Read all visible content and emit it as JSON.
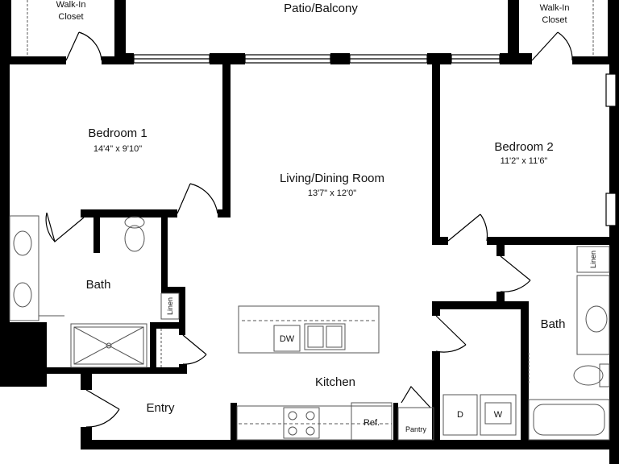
{
  "rooms": {
    "patio": {
      "label": "Patio/Balcony"
    },
    "walkin_left": {
      "line1": "Walk-In",
      "line2": "Closet"
    },
    "walkin_right": {
      "line1": "Walk-In",
      "line2": "Closet"
    },
    "bedroom1": {
      "label": "Bedroom 1",
      "dims": "14'4\" x 9'10\""
    },
    "bedroom2": {
      "label": "Bedroom 2",
      "dims": "11'2\" x 11'6\""
    },
    "living": {
      "label": "Living/Dining Room",
      "dims": "13'7\" x 12'0\""
    },
    "bath_left": {
      "label": "Bath"
    },
    "bath_right": {
      "label": "Bath"
    },
    "kitchen": {
      "label": "Kitchen"
    },
    "entry": {
      "label": "Entry"
    }
  },
  "fixtures": {
    "dishwasher": "DW",
    "refrigerator": "Ref.",
    "pantry": "Pantry",
    "dryer": "D",
    "washer": "W",
    "linen_left": "Linen",
    "linen_right": "Linen"
  },
  "colors": {
    "wall": "#000000",
    "fixture": "#555555",
    "background": "#ffffff"
  }
}
